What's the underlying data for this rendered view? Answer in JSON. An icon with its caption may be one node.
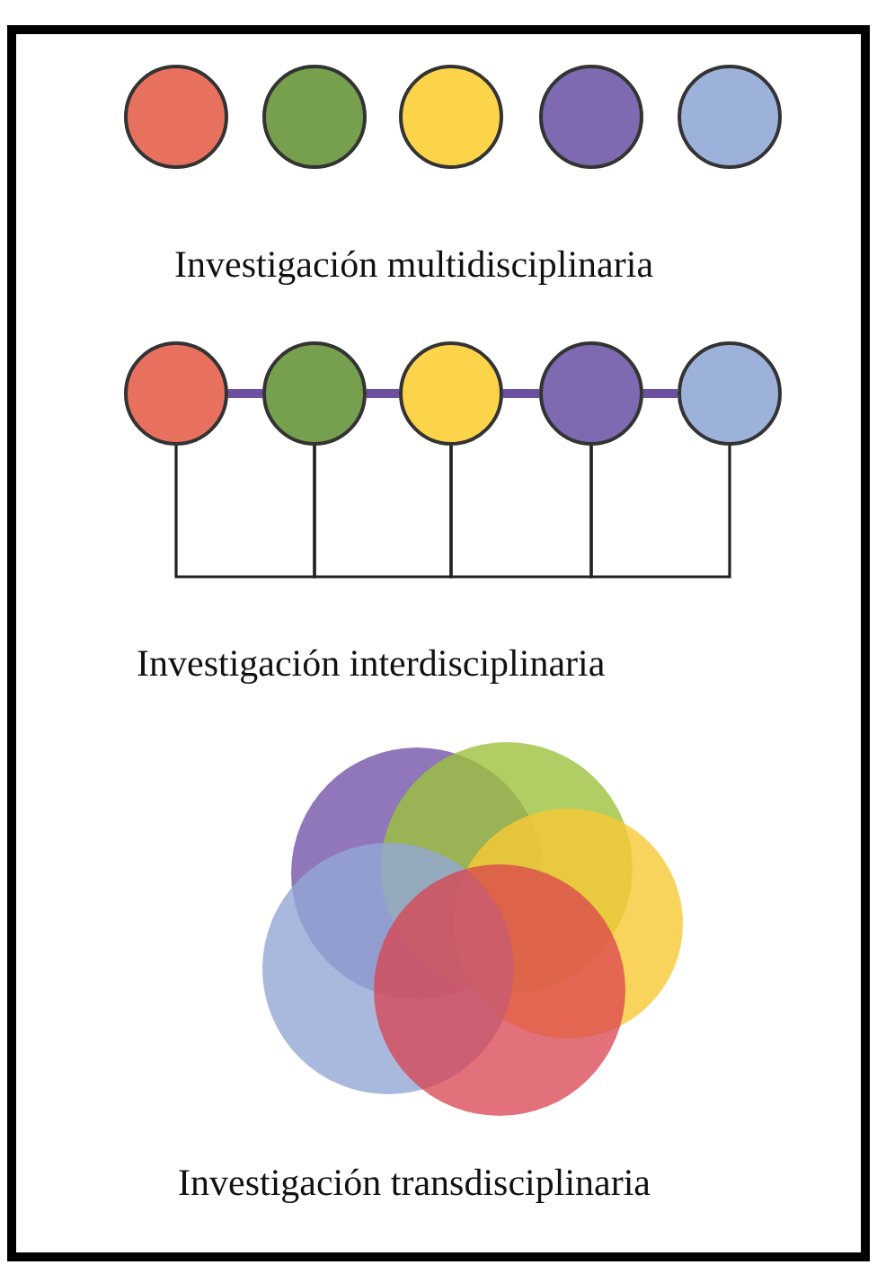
{
  "diagram": {
    "nodes": [
      {
        "text": [],
        "shape": "circle"
      },
      {
        "text": [],
        "shape": "circle"
      },
      {
        "text": [],
        "shape": "circle"
      },
      {
        "text": [],
        "shape": "circle"
      },
      {
        "text": [],
        "shape": "circle"
      },
      {
        "text": [],
        "shape": "circle"
      },
      {
        "text": [],
        "shape": "circle"
      },
      {
        "text": [],
        "shape": "circle"
      },
      {
        "text": [],
        "shape": "circle"
      },
      {
        "text": [],
        "shape": "circle"
      },
      {
        "text": [],
        "shape": "circle"
      },
      {
        "text": [],
        "shape": "circle"
      },
      {
        "text": [],
        "shape": "circle"
      },
      {
        "text": [],
        "shape": "circle"
      },
      {
        "text": [],
        "shape": "circle"
      }
    ],
    "edges": [
      {
        "from": 5,
        "to": 6,
        "arrow": "none",
        "style": "thick",
        "color": "#6f4fa0"
      },
      {
        "from": 6,
        "to": 7,
        "arrow": "none",
        "style": "thick",
        "color": "#6f4fa0"
      },
      {
        "from": 7,
        "to": 8,
        "arrow": "none",
        "style": "thick",
        "color": "#6f4fa0"
      },
      {
        "from": 8,
        "to": 9,
        "arrow": "none",
        "style": "thick",
        "color": "#6f4fa0"
      },
      {
        "from": 5,
        "to": 6,
        "arrow": "none",
        "color": "#222222"
      },
      {
        "from": 6,
        "to": 7,
        "arrow": "none",
        "color": "#222222"
      },
      {
        "from": 7,
        "to": 8,
        "arrow": "none",
        "color": "#222222"
      },
      {
        "from": 8,
        "to": 9,
        "arrow": "none",
        "color": "#222222"
      }
    ],
    "labels": [
      "Investigación multidisciplinaria",
      "Investigación interdisciplinaria",
      "Investigación transdisciplinaria"
    ]
  }
}
